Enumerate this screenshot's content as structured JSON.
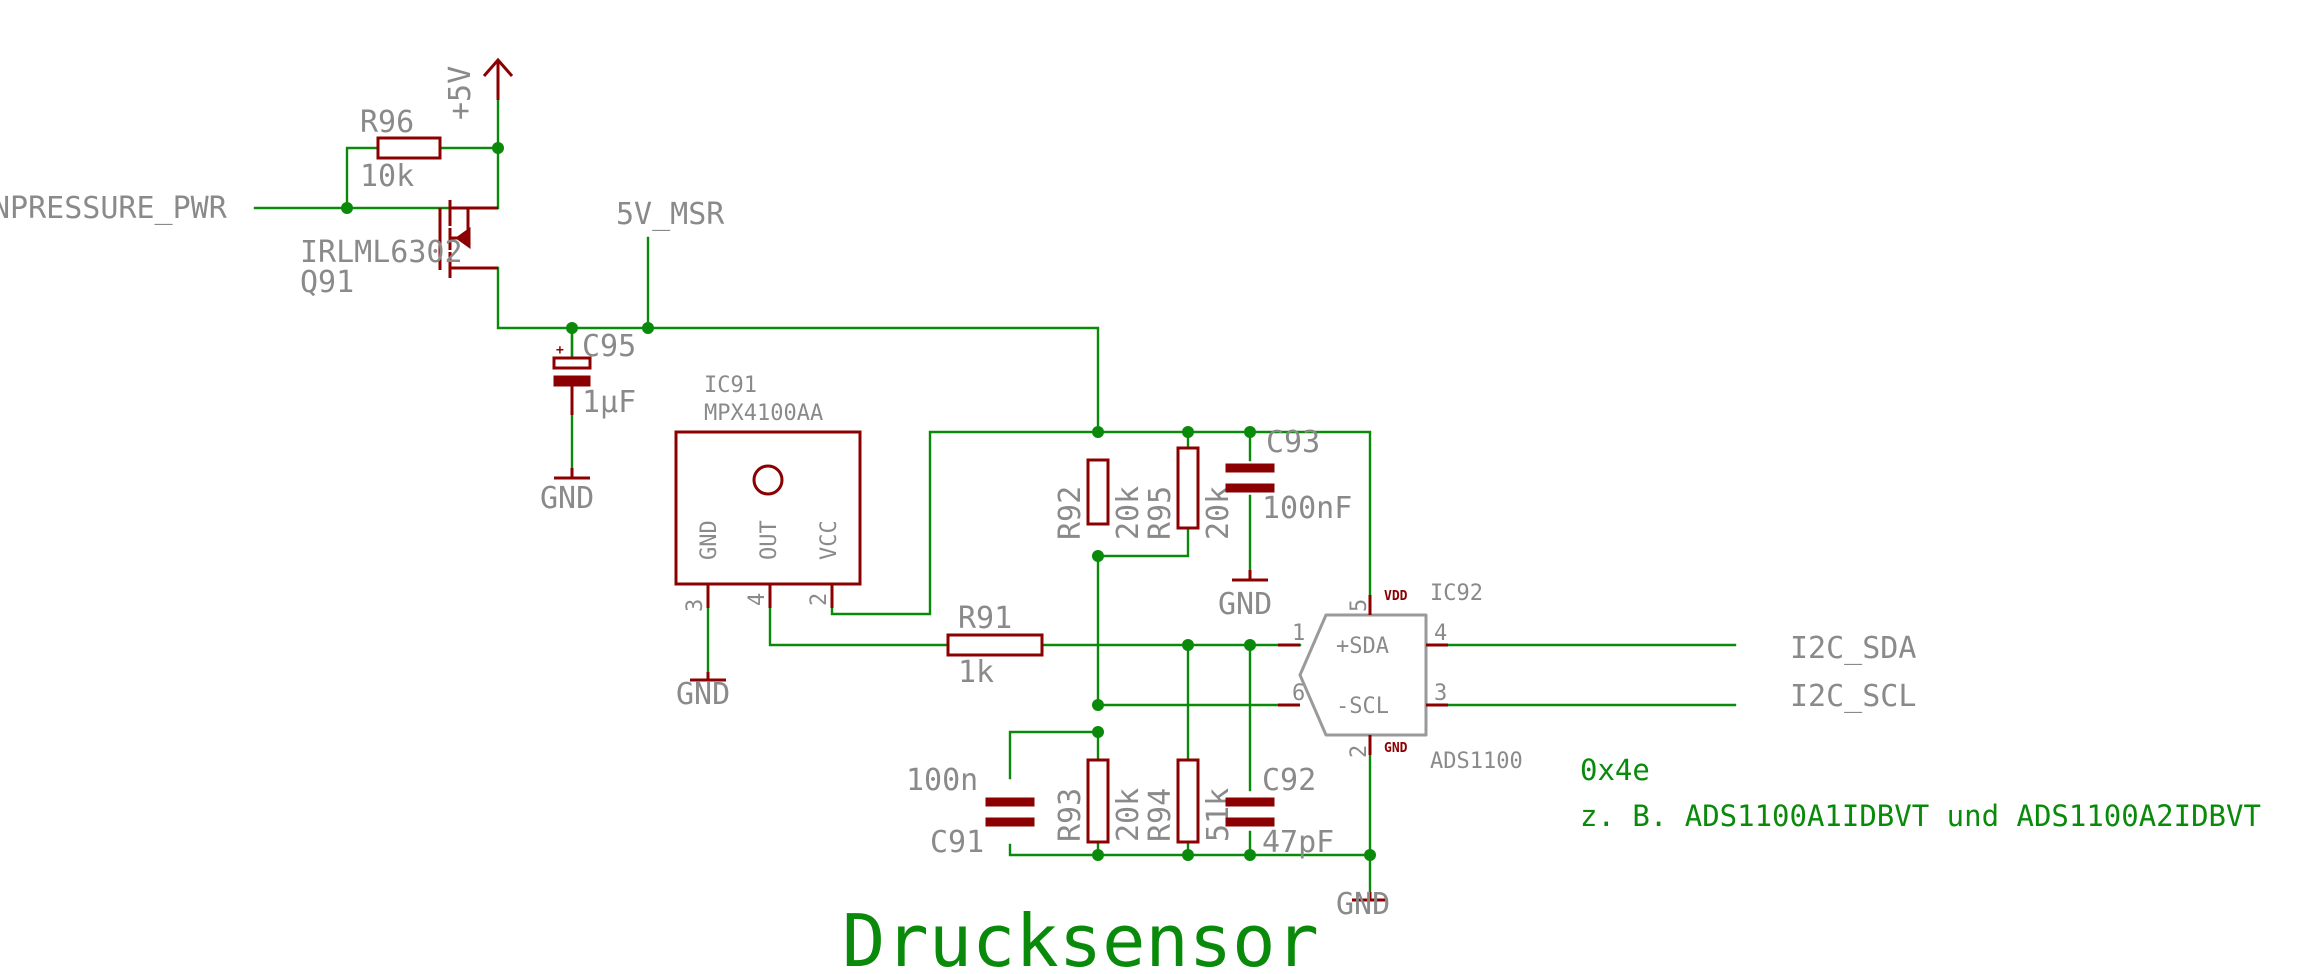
{
  "title": "Drucksensor",
  "nets": {
    "pressure_pwr": "NPRESSURE_PWR",
    "supply_5v": "+5V",
    "measure_5v": "5V_MSR",
    "i2c_sda": "I2C_SDA",
    "i2c_scl": "I2C_SCL",
    "gnd": "GND"
  },
  "components": {
    "r96": {
      "ref": "R96",
      "value": "10k"
    },
    "q91": {
      "ref": "Q91",
      "value": "IRLML6302"
    },
    "c95": {
      "ref": "C95",
      "value": "1µF"
    },
    "ic91": {
      "ref": "IC91",
      "value": "MPX4100AA",
      "pins": [
        "GND",
        "OUT",
        "VCC"
      ],
      "pin_numbers": [
        "3",
        "4",
        "2"
      ]
    },
    "r91": {
      "ref": "R91",
      "value": "1k"
    },
    "r92": {
      "ref": "R92",
      "value": "20k"
    },
    "r95": {
      "ref": "R95",
      "value": "20k"
    },
    "c93": {
      "ref": "C93",
      "value": "100nF"
    },
    "r93": {
      "ref": "R93",
      "value": "20k"
    },
    "r94": {
      "ref": "R94",
      "value": "51k"
    },
    "c91": {
      "ref": "C91",
      "value": "100n"
    },
    "c92": {
      "ref": "C92",
      "value": "47pF"
    },
    "ic92": {
      "ref": "IC92",
      "value": "ADS1100",
      "pin_plus": "+SDA",
      "pin_minus": "-SCL",
      "pin_vdd": "VDD",
      "pin_gnd": "GND",
      "pin_numbers": {
        "plus": "1",
        "minus": "6",
        "sda": "4",
        "scl": "3",
        "vdd": "5",
        "gnd": "2"
      }
    }
  },
  "notes": {
    "address": "0x4e",
    "example": "z. B. ADS1100A1IDBVT und ADS1100A2IDBVT"
  }
}
